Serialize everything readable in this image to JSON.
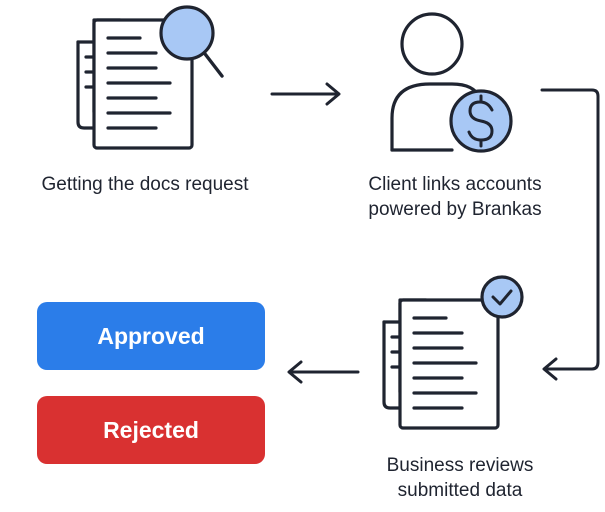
{
  "steps": [
    {
      "lines": [
        "Getting the docs request"
      ],
      "icon": "document-search-icon"
    },
    {
      "lines": [
        "Client links accounts",
        "powered by Brankas"
      ],
      "icon": "user-dollar-icon"
    },
    {
      "lines": [
        "Business reviews",
        "submitted data"
      ],
      "icon": "document-check-icon"
    }
  ],
  "outcomes": {
    "approved": {
      "label": "Approved",
      "color": "#2b7de9"
    },
    "rejected": {
      "label": "Rejected",
      "color": "#d93131"
    }
  },
  "colors": {
    "stroke": "#1f2430",
    "accent_fill": "#a8c8f5",
    "accent_dark": "#1f2430"
  }
}
